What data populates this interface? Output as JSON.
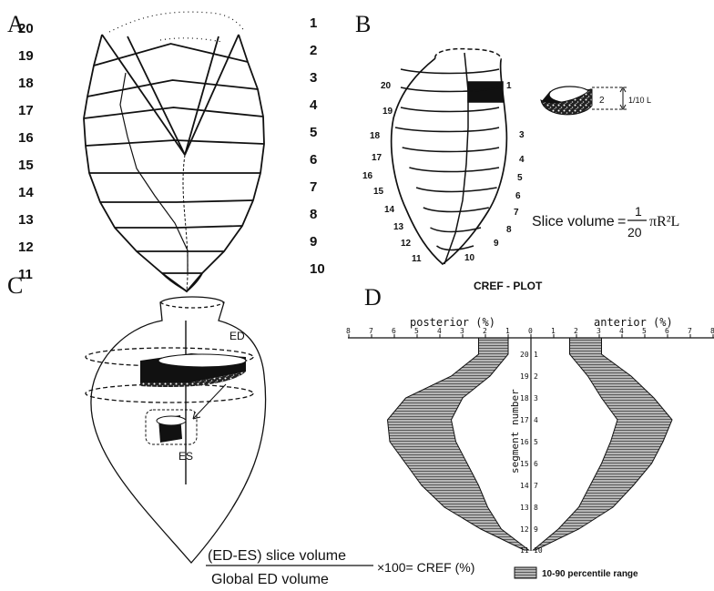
{
  "panels": {
    "a": {
      "letter": "A",
      "left_numbers": [
        "20",
        "19",
        "18",
        "17",
        "16",
        "15",
        "14",
        "13",
        "12",
        "11"
      ],
      "right_numbers": [
        "1",
        "2",
        "3",
        "4",
        "5",
        "6",
        "7",
        "8",
        "9",
        "10"
      ]
    },
    "b": {
      "letter": "B",
      "left_numbers": [
        "20",
        "19",
        "18",
        "17",
        "16",
        "15",
        "14",
        "13",
        "12",
        "11"
      ],
      "right_numbers": [
        "1",
        "3",
        "4",
        "5",
        "6",
        "7",
        "8",
        "9",
        "10"
      ],
      "slice_label": "2",
      "height_label": "1/10 L",
      "formula_prefix": "Slice volume",
      "formula_num": "1",
      "formula_den": "20",
      "formula_tail": "πR²L"
    },
    "c": {
      "letter": "C",
      "ed_label": "ED",
      "es_label": "ES",
      "formula_num": "(ED-ES) slice volume",
      "formula_den": "Global ED volume",
      "formula_tail": "×100= CREF (%)"
    },
    "d": {
      "letter": "D",
      "title": "CREF  -  PLOT",
      "posterior_label": "posterior  (%)",
      "anterior_label": "anterior  (%)",
      "segment_label": "segment number",
      "legend": "10-90 percentile range"
    }
  },
  "chart_data": {
    "type": "area",
    "title": "CREF - PLOT",
    "axis_ticks": [
      "8",
      "7",
      "6",
      "5",
      "4",
      "3",
      "2",
      "1",
      "0",
      "1",
      "2",
      "3",
      "4",
      "5",
      "6",
      "7",
      "8"
    ],
    "xlim": [
      -8,
      8
    ],
    "segment_pairs": [
      [
        "20",
        "1"
      ],
      [
        "19",
        "2"
      ],
      [
        "18",
        "3"
      ],
      [
        "17",
        "4"
      ],
      [
        "16",
        "5"
      ],
      [
        "15",
        "6"
      ],
      [
        "14",
        "7"
      ],
      [
        "13",
        "8"
      ],
      [
        "12",
        "9"
      ],
      [
        "11",
        "10"
      ]
    ],
    "posterior_10": [
      1.0,
      1.8,
      3.0,
      3.5,
      3.3,
      2.8,
      2.3,
      1.9,
      1.3,
      0.1
    ],
    "posterior_90": [
      2.3,
      3.5,
      5.5,
      6.3,
      6.2,
      5.5,
      4.8,
      3.8,
      2.2,
      0.3
    ],
    "anterior_10": [
      1.7,
      2.5,
      3.1,
      3.8,
      3.5,
      3.1,
      2.6,
      2.1,
      1.2,
      0.1
    ],
    "anterior_90": [
      3.1,
      4.4,
      5.4,
      6.2,
      5.8,
      5.3,
      4.5,
      3.6,
      2.1,
      0.2
    ]
  }
}
